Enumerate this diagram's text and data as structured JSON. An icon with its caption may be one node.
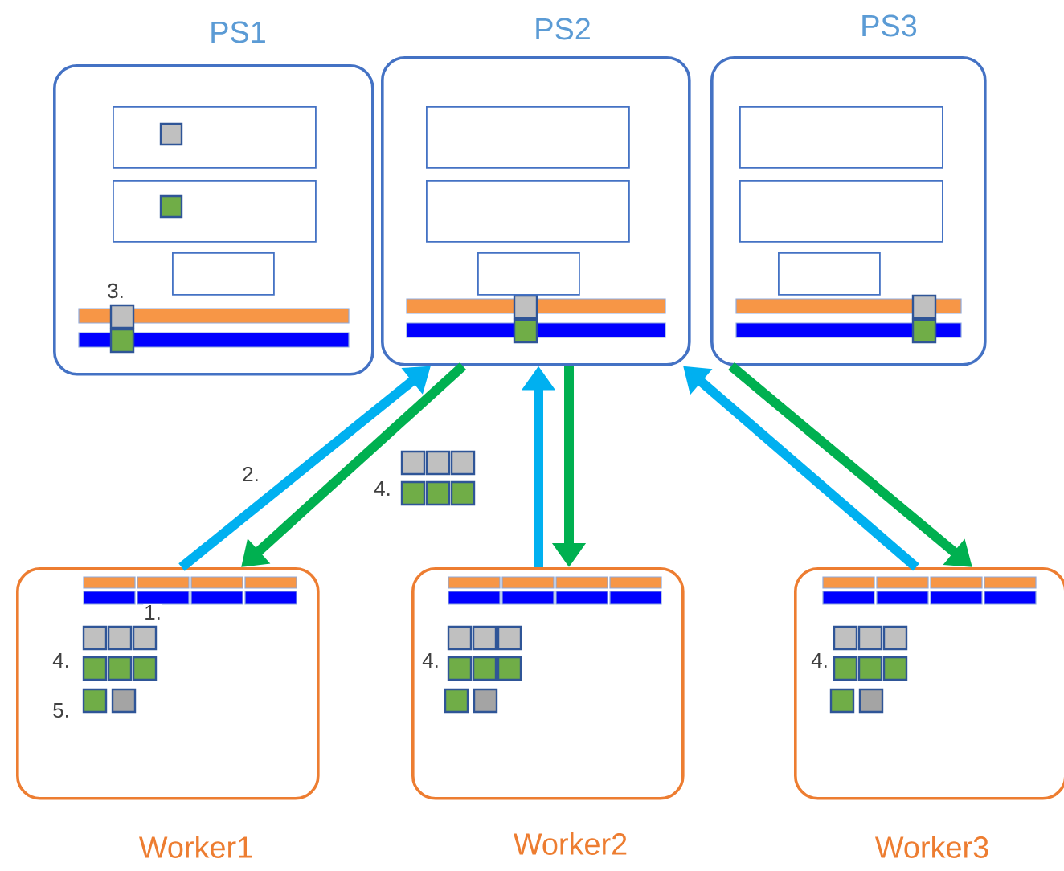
{
  "diagram": {
    "nodes": [
      {
        "text": [
          "PS1"
        ]
      },
      {
        "text": [],
        "shape": "box",
        "in": 0
      },
      {
        "text": [],
        "shape": "box",
        "in": 0
      },
      {
        "text": [],
        "shape": "box",
        "in": 0
      },
      {
        "text": [
          "PS2"
        ]
      },
      {
        "text": [],
        "shape": "box",
        "in": 4
      },
      {
        "text": [],
        "shape": "box",
        "in": 4
      },
      {
        "text": [],
        "shape": "box",
        "in": 4
      },
      {
        "text": [
          "PS3"
        ]
      },
      {
        "text": [],
        "shape": "box",
        "in": 8
      },
      {
        "text": [],
        "shape": "box",
        "in": 8
      },
      {
        "text": [],
        "shape": "box",
        "in": 8
      },
      {
        "text": [
          "Worker1"
        ]
      },
      {
        "text": [
          "Worker2"
        ]
      },
      {
        "text": [
          "Worker3"
        ]
      }
    ],
    "edges": [
      {
        "from": 12,
        "to": 4,
        "arrow": "to",
        "color": "#00b0f0"
      },
      {
        "from": 4,
        "to": 12,
        "arrow": "to",
        "color": "#00b050"
      },
      {
        "from": 13,
        "to": 4,
        "arrow": "to",
        "color": "#00b0f0"
      },
      {
        "from": 4,
        "to": 13,
        "arrow": "to",
        "color": "#00b050"
      },
      {
        "from": 14,
        "to": 4,
        "arrow": "to",
        "color": "#00b0f0"
      },
      {
        "from": 4,
        "to": 14,
        "arrow": "to",
        "color": "#00b050"
      }
    ],
    "labels": [
      "3.",
      "2.",
      "4.",
      "1.",
      "4.",
      "4.",
      "4.",
      "5."
    ]
  }
}
